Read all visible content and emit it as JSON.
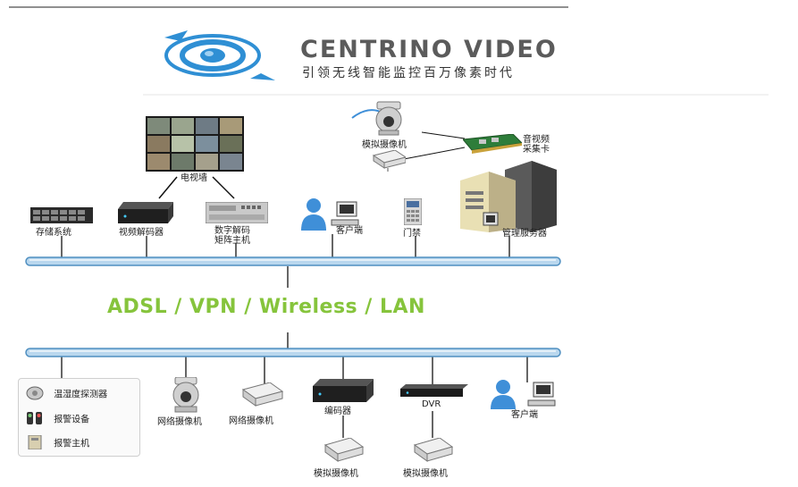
{
  "logo": {
    "title": "CENTRINO VIDEO",
    "subtitle": "引领无线智能监控百万像素时代"
  },
  "network": {
    "label": "ADSL / VPN / Wireless / LAN"
  },
  "top_devices": {
    "tv_wall": "电视墙",
    "storage": "存储系统",
    "video_decoder": "视频解码器",
    "matrix_line1": "数字解码",
    "matrix_line2": "矩阵主机",
    "client": "客户端",
    "access": "门禁",
    "server": "管理服务器",
    "analog_camera": "模拟摄像机",
    "capture_line1": "音视频",
    "capture_line2": "采集卡"
  },
  "bottom_devices": {
    "ip_camera_dome": "网络摄像机",
    "ip_camera_box": "网络摄像机",
    "encoder": "编码器",
    "dvr": "DVR",
    "client": "客户端",
    "analog_camera_1": "模拟摄像机",
    "analog_camera_2": "模拟摄像机"
  },
  "legend": {
    "items": [
      {
        "label": "温湿度探测器"
      },
      {
        "label": "报警设备"
      },
      {
        "label": "报警主机"
      }
    ]
  },
  "colors": {
    "bus_fill": "#b9d7ee",
    "bus_stroke": "#4f8fc0",
    "network_text": "#86c43c",
    "logo_blue": "#2f8fd4"
  }
}
